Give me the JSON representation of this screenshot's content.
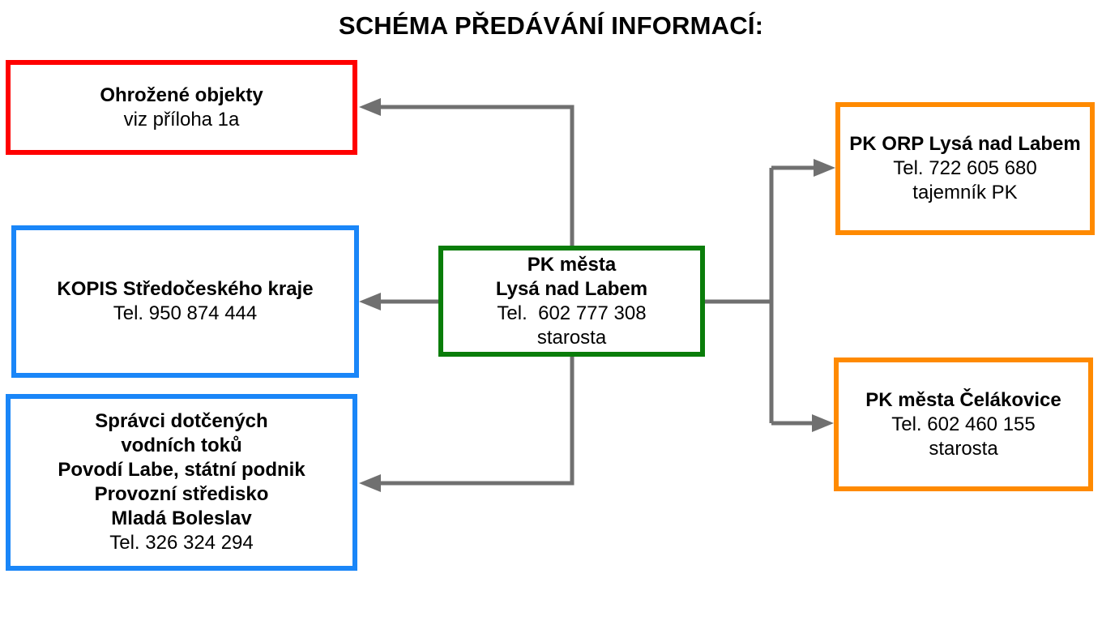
{
  "title": "SCHÉMA PŘEDÁVÁNÍ INFORMACÍ:",
  "colors": {
    "red": "#ff0000",
    "blue": "#1a86f8",
    "green": "#0a7d0a",
    "orange": "#ff8a00",
    "connector": "#707070"
  },
  "boxes": {
    "threatened": {
      "bold": [
        "Ohrožené objekty"
      ],
      "normal": [
        "viz příloha 1a"
      ]
    },
    "kopis": {
      "bold": [
        "KOPIS Středočeského kraje"
      ],
      "normal": [
        "Tel. 950 874 444"
      ]
    },
    "water": {
      "bold": [
        "Správci dotčených",
        "vodních toků",
        "Povodí Labe, státní podnik",
        "Provozní středisko",
        "Mladá Boleslav"
      ],
      "normal": [
        "Tel. 326 324 294"
      ]
    },
    "center": {
      "bold": [
        "PK města",
        "Lysá nad Labem"
      ],
      "normal": [
        "Tel.  602 777 308",
        "starosta"
      ]
    },
    "orp": {
      "bold": [
        "PK ORP Lysá nad Labem"
      ],
      "normal": [
        "Tel. 722 605 680",
        "tajemník PK"
      ]
    },
    "celakovice": {
      "bold": [
        "PK města Čelákovice"
      ],
      "normal": [
        "Tel. 602 460 155",
        "starosta"
      ]
    }
  }
}
